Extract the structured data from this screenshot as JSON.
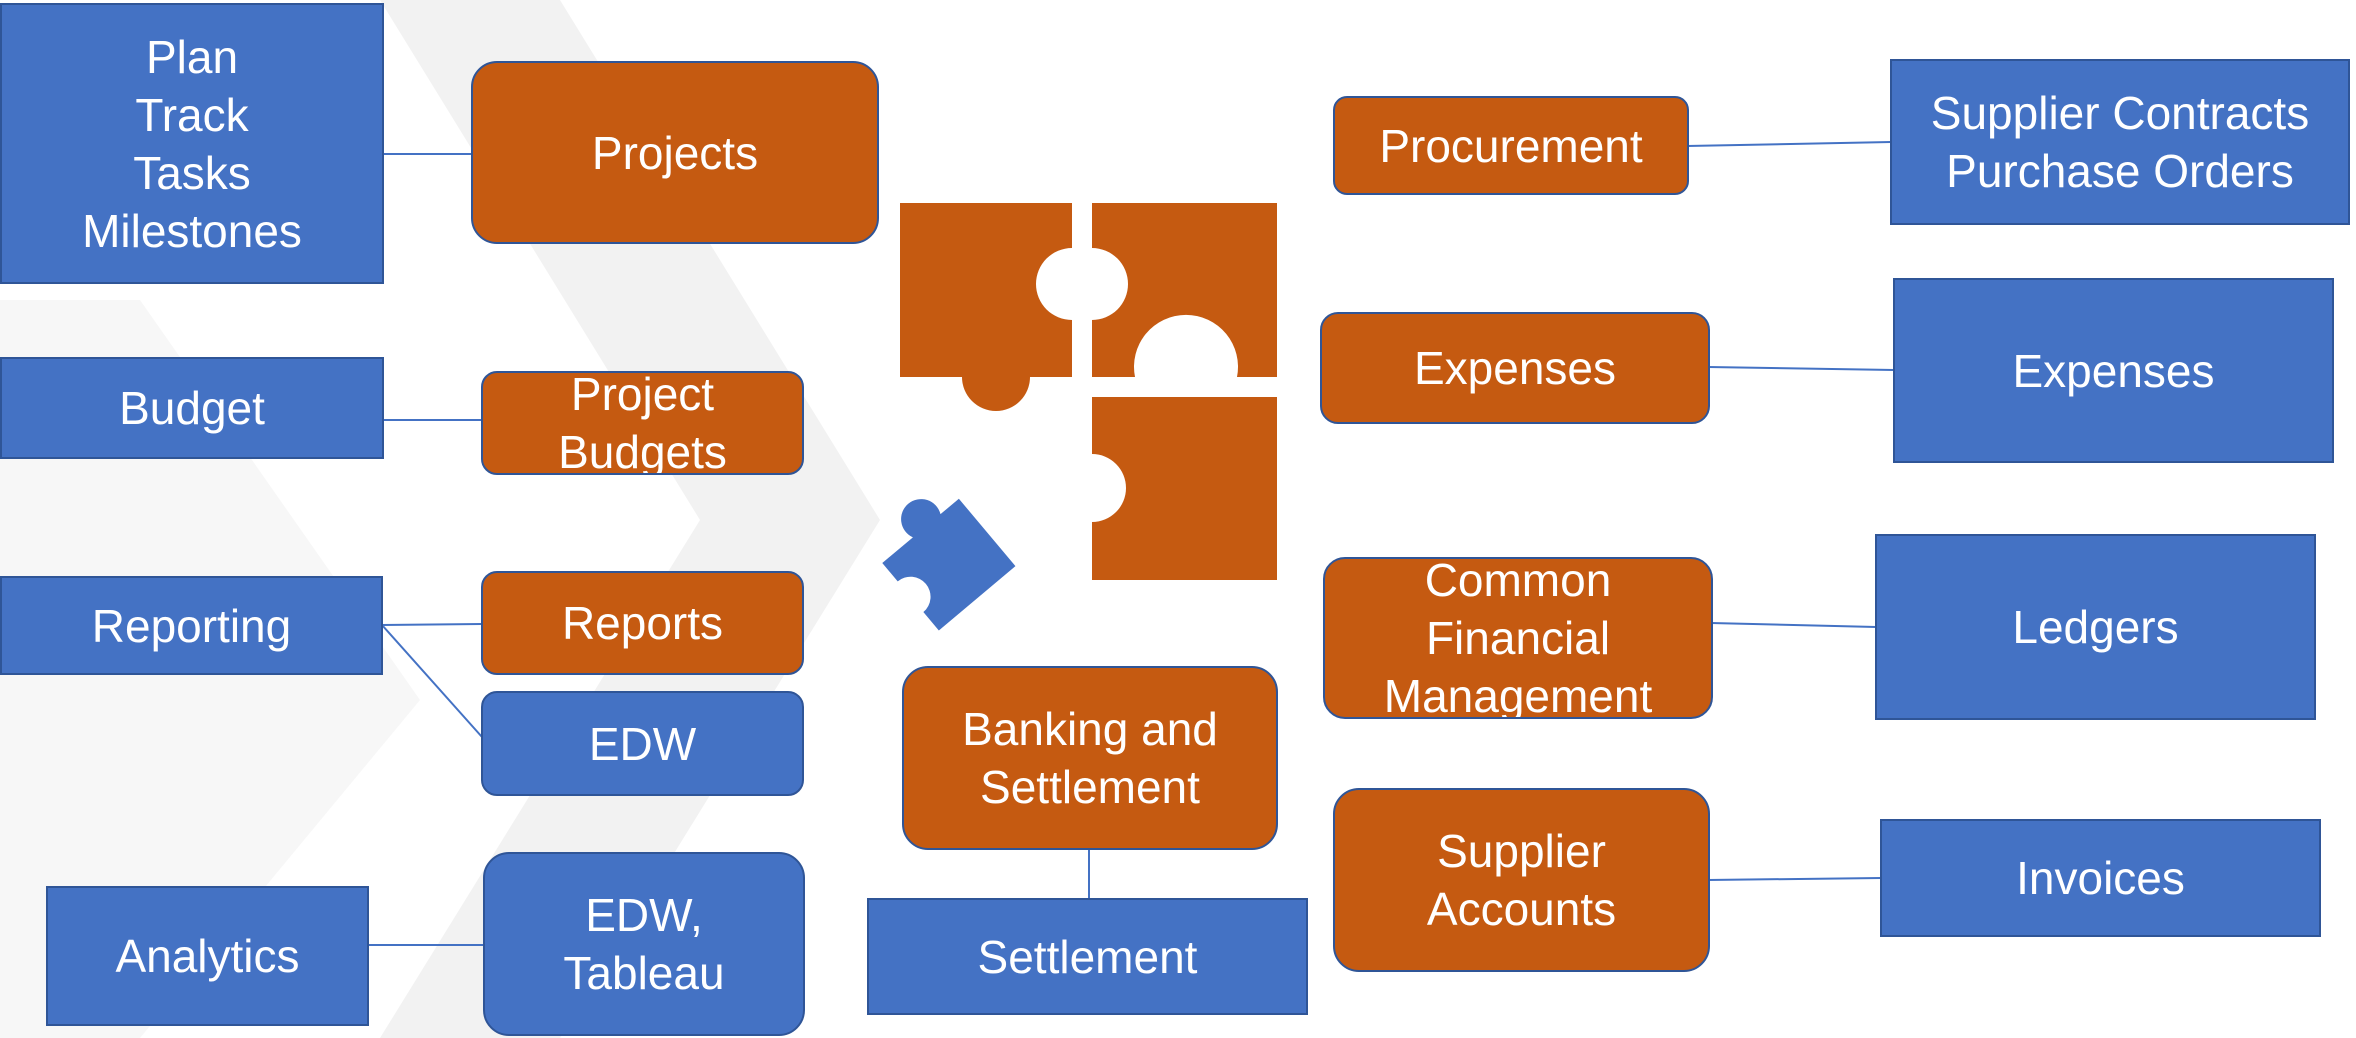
{
  "colors": {
    "blue": "#4472c4",
    "blue_border": "#2f5597",
    "orange": "#c55a11",
    "connector": "#4472c4"
  },
  "center_icon": "puzzle-pieces-icon",
  "left": {
    "plan": "Plan\nTrack\nTasks\nMilestones",
    "projects": "Projects",
    "budget": "Budget",
    "project_budgets": "Project\nBudgets",
    "reporting": "Reporting",
    "reports": "Reports",
    "edw": "EDW",
    "analytics": "Analytics",
    "edw_tableau": "EDW,\nTableau"
  },
  "center": {
    "banking": "Banking and\nSettlement",
    "settlement": "Settlement"
  },
  "right": {
    "procurement": "Procurement",
    "supplier_contracts": "Supplier Contracts\nPurchase Orders",
    "expenses_module": "Expenses",
    "expenses": "Expenses",
    "common_financial": "Common\nFinancial\nManagement",
    "ledgers": "Ledgers",
    "supplier_accounts": "Supplier\nAccounts",
    "invoices": "Invoices"
  }
}
